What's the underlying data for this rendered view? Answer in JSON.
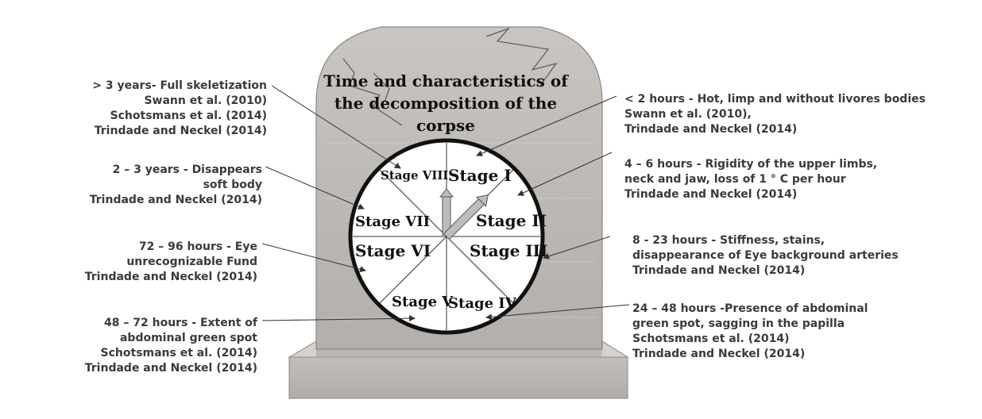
{
  "title_lines": [
    "Time and characteristics of",
    "the decomposition of the",
    "corpse"
  ],
  "stages": [
    "Stage I",
    "Stage II",
    "Stage III",
    "Stage IV",
    "Stage V",
    "Stage VI",
    "Stage VII",
    "Stage VIII"
  ],
  "annotations": {
    "stage1": [
      "< 2 hours - Hot, limp and without livores bodies",
      "Swann et al. (2010),",
      "Trindade and Neckel (2014)"
    ],
    "stage2": [
      "4 – 6 hours - Rigidity of the upper limbs,",
      "neck and jaw, loss of 1 ° C per hour",
      "Trindade and Neckel (2014)"
    ],
    "stage3": [
      "8 - 23 hours - Stiffness, stains,",
      "disappearance of Eye background arteries",
      "Trindade and Neckel (2014)"
    ],
    "stage4": [
      "24 – 48 hours -Presence of abdominal",
      "green spot, sagging in the papilla",
      "Schotsmans et al. (2014)",
      "Trindade and Neckel (2014)"
    ],
    "stage5": [
      "48 – 72 hours - Extent of",
      "abdominal green spot",
      "Schotsmans et al. (2014)",
      "Trindade and Neckel (2014)"
    ],
    "stage6": [
      "72 – 96 hours - Eye",
      "unrecognizable Fund",
      "Trindade and Neckel (2014)"
    ],
    "stage7": [
      "2 – 3 years - Disappears",
      "soft body",
      "Trindade and Neckel (2014)"
    ],
    "stage8": [
      "> 3 years- Full skeletization",
      "Swann et al. (2010)",
      "Schotsmans et al. (2014)",
      "Trindade and Neckel (2014)"
    ]
  }
}
